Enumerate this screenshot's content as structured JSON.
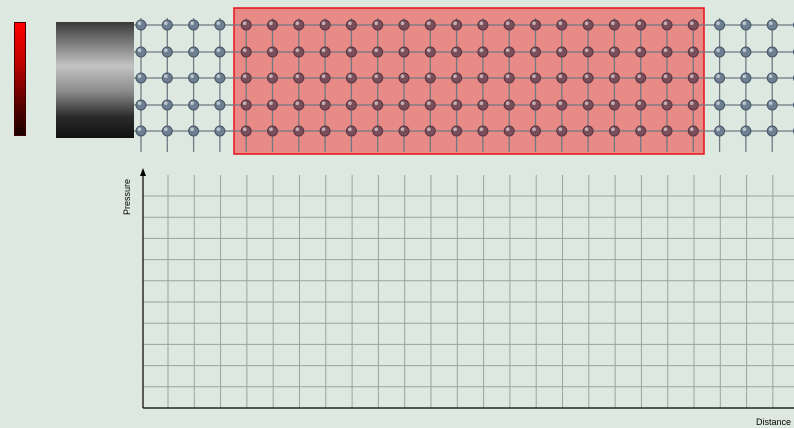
{
  "window": {
    "background": "#dde9e0"
  },
  "controls": {
    "amplitude_indicator": {
      "color_top": "#ff0000",
      "color_bottom": "#180000"
    },
    "piston": {
      "label": ""
    }
  },
  "particles": {
    "node_color": "#6e7f92",
    "line_color": "#707880",
    "highlight_color": "#e88a86",
    "highlight_border": "#e8101a",
    "highlight_first_col": 4,
    "highlight_last_col": 21
  },
  "graph": {
    "ylabel": "Pressure",
    "xlabel": "Distance",
    "grid": true,
    "grid_color": "#9aa39e",
    "axis_color": "#000000"
  }
}
